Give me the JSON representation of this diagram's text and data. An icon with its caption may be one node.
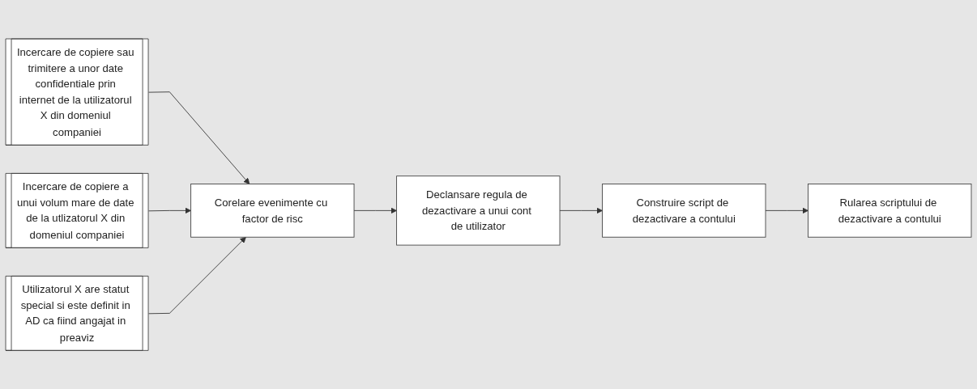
{
  "diagram": {
    "nodes": [
      {
        "text": [
          "Incercare de copiere sau trimitere a unor date confidentiale prin internet de la utilizatorul X din domeniul companiei"
        ]
      },
      {
        "text": [
          "Incercare de copiere a unui volum mare de date de la utlizatorul X din domeniul companiei"
        ]
      },
      {
        "text": [
          "Utilizatorul X are statut special si este definit in AD ca fiind angajat in preaviz"
        ]
      },
      {
        "text": [
          "Corelare evenimente cu factor de risc"
        ]
      },
      {
        "text": [
          "Declansare regula de dezactivare a unui cont de utilizator"
        ]
      },
      {
        "text": [
          "Construire script de dezactivare a contului"
        ]
      },
      {
        "text": [
          "Rularea scriptului de dezactivare a contului"
        ]
      }
    ],
    "edges": [
      {
        "from": 0,
        "to": 3,
        "arrow": "to"
      },
      {
        "from": 1,
        "to": 3,
        "arrow": "to"
      },
      {
        "from": 2,
        "to": 3,
        "arrow": "to"
      },
      {
        "from": 3,
        "to": 4,
        "arrow": "to"
      },
      {
        "from": 4,
        "to": 5,
        "arrow": "to"
      },
      {
        "from": 5,
        "to": 6,
        "arrow": "to"
      }
    ]
  }
}
